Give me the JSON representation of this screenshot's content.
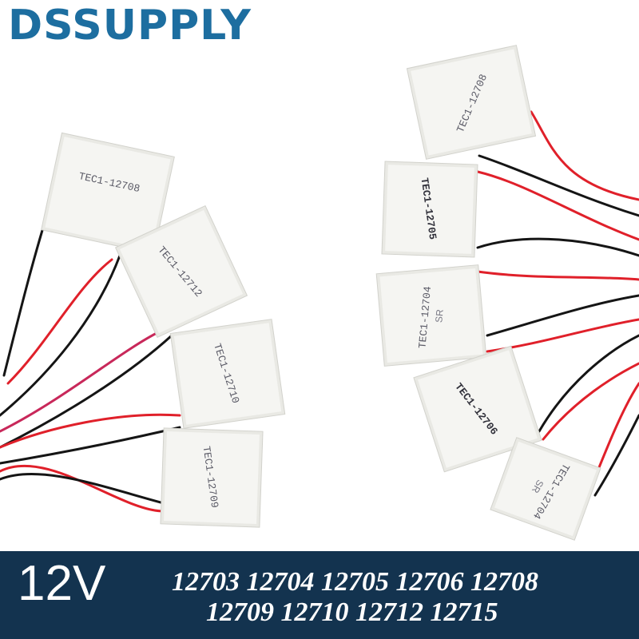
{
  "brand": {
    "name": "DSSUPPLY",
    "color": "#1d6ea0"
  },
  "banner": {
    "voltage": "12V",
    "models_line1": "12703 12704 12705 12706 12708",
    "models_line2": "12709 12710 12712 12715",
    "background": "#13334f"
  },
  "modules": [
    {
      "label": "TEC1-12708",
      "sub": ""
    },
    {
      "label": "TEC1-12712",
      "sub": ""
    },
    {
      "label": "TEC1-12710",
      "sub": ""
    },
    {
      "label": "TEC1-12709",
      "sub": ""
    },
    {
      "label": "TEC1-12708",
      "sub": ""
    },
    {
      "label": "TEC1-12705",
      "sub": ""
    },
    {
      "label": "TEC1-12704",
      "sub": "SR"
    },
    {
      "label": "TEC1-12706",
      "sub": ""
    },
    {
      "label": "TEC1-12704",
      "sub": "SR"
    }
  ],
  "colors": {
    "wire_red": "#e0202a",
    "wire_black": "#151515",
    "module_face": "#f4f4f1"
  }
}
